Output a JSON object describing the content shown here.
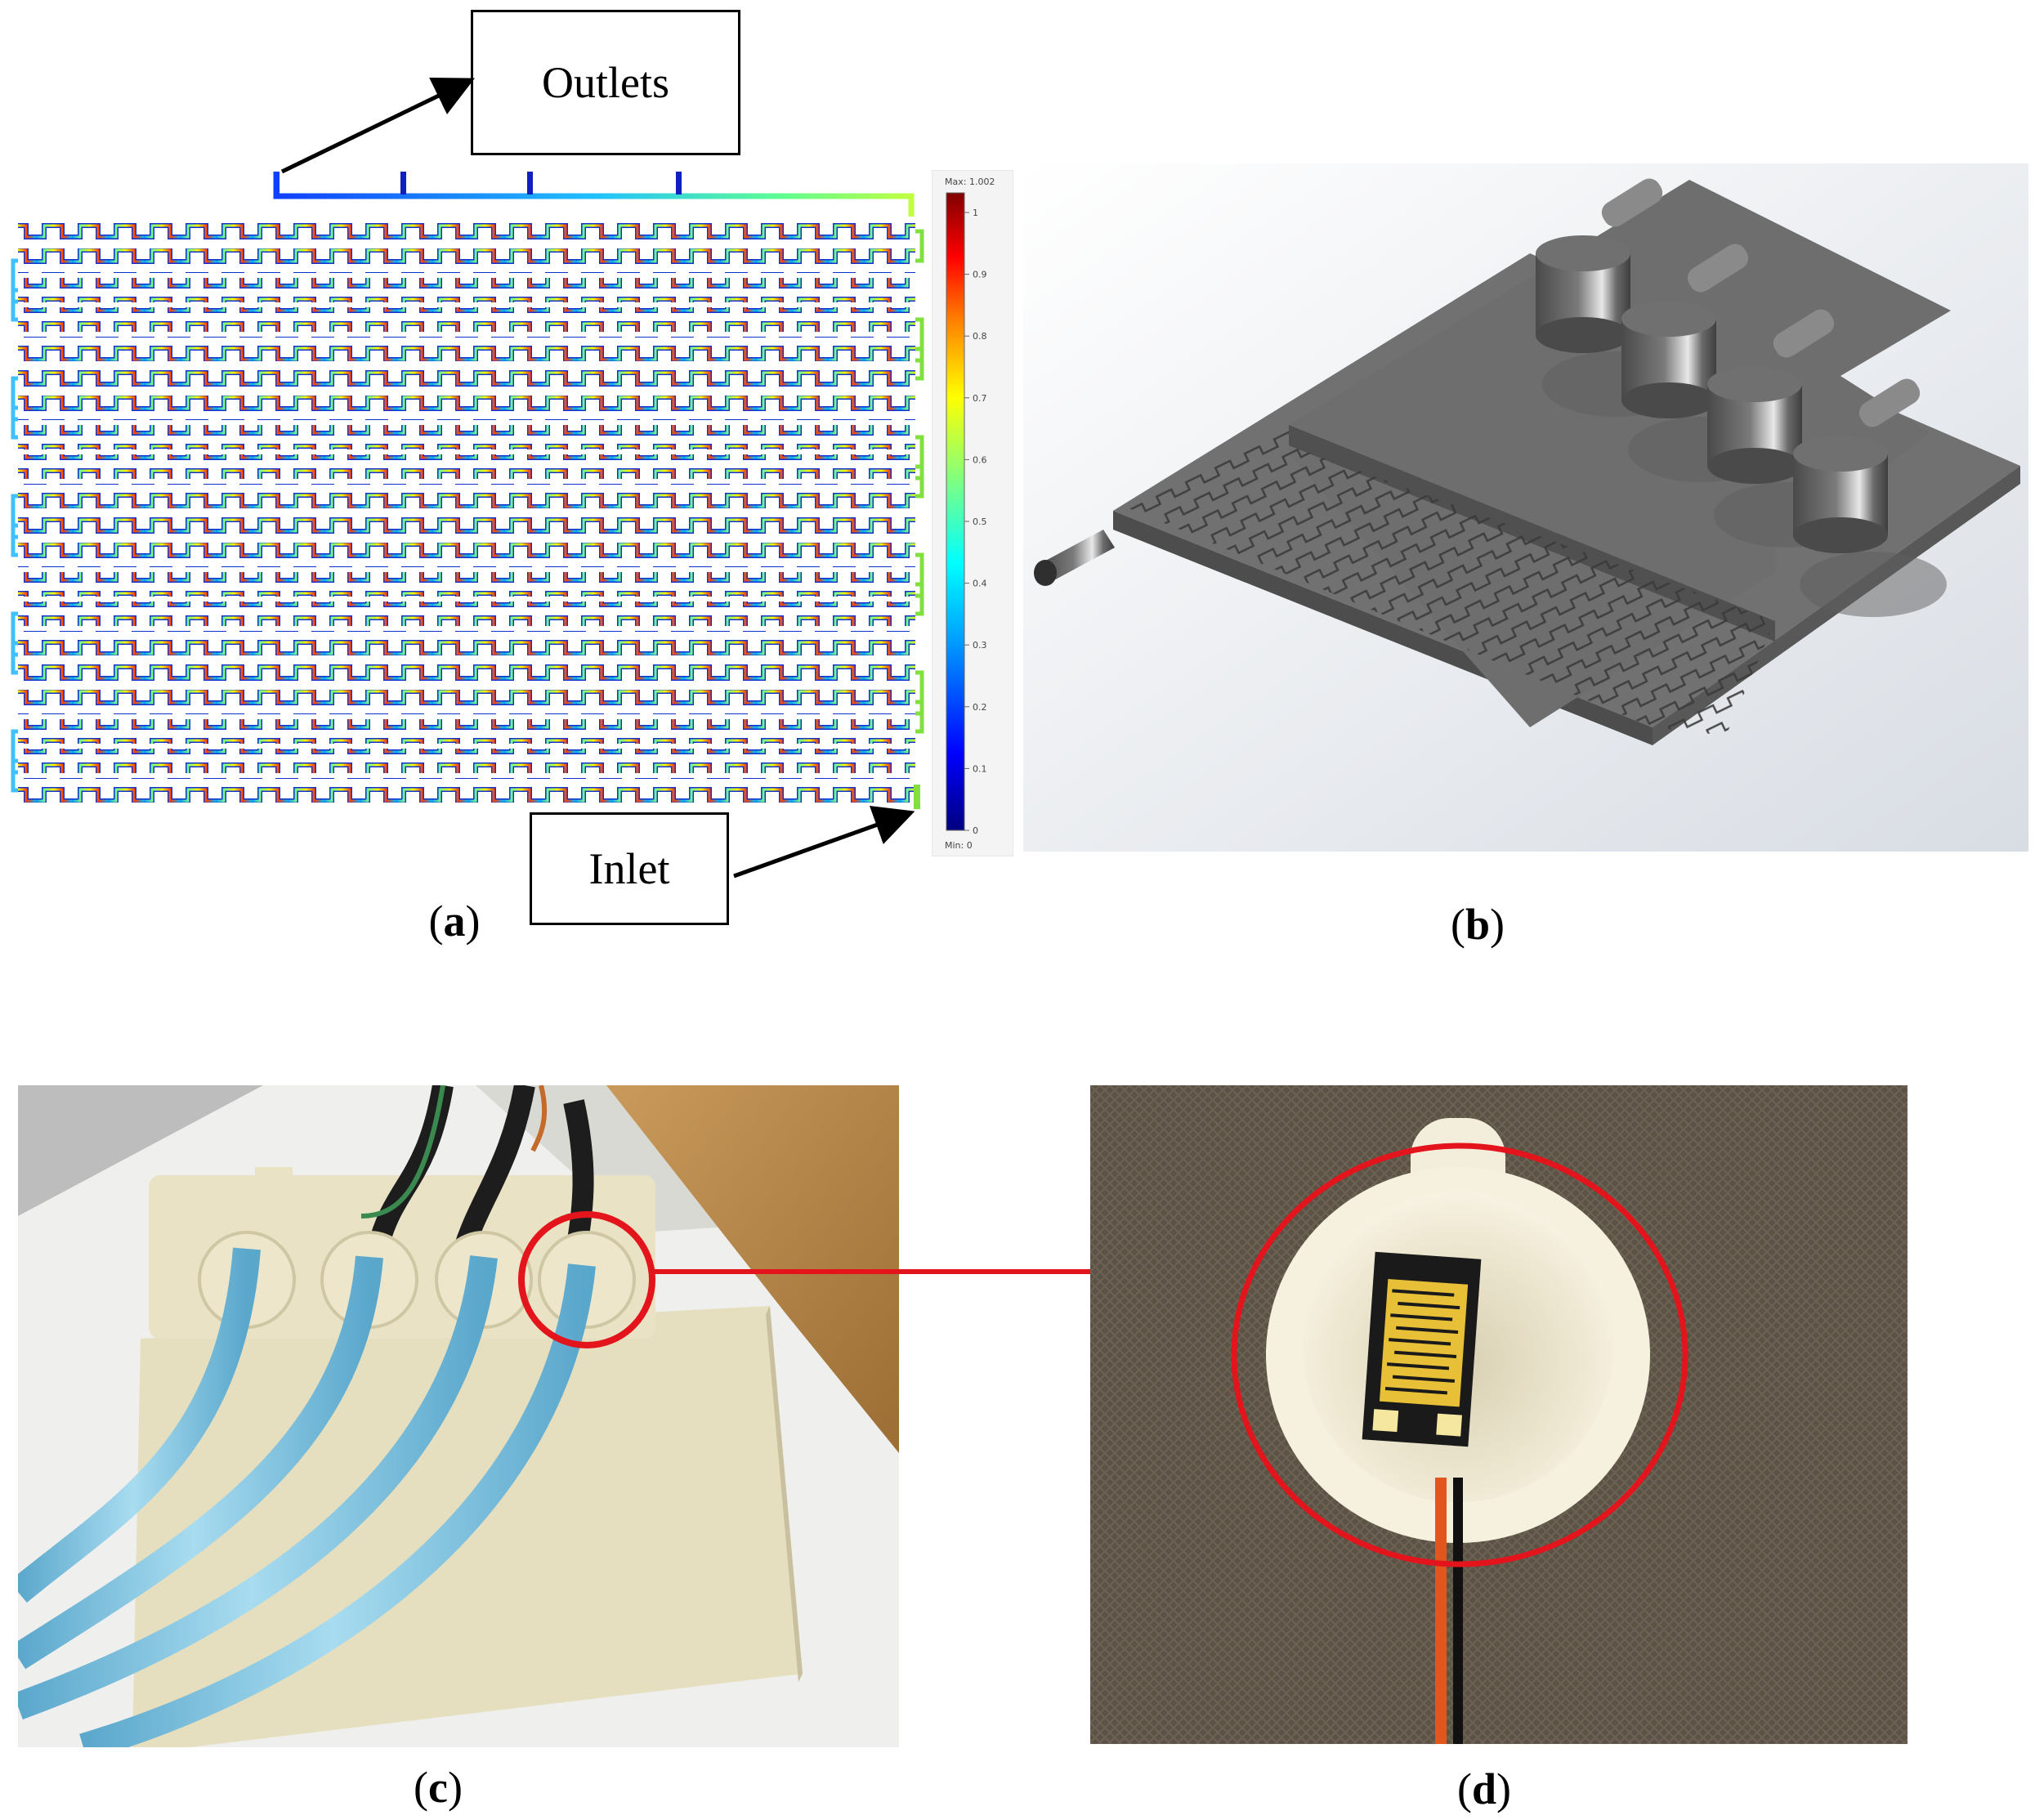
{
  "figure": {
    "panels": [
      {
        "id": "a",
        "label_open": "(",
        "label_letter": "a",
        "label_close": ")"
      },
      {
        "id": "b",
        "label_open": "(",
        "label_letter": "b",
        "label_close": ")"
      },
      {
        "id": "c",
        "label_open": "(",
        "label_letter": "c",
        "label_close": ")"
      },
      {
        "id": "d",
        "label_open": "(",
        "label_letter": "d",
        "label_close": ")"
      }
    ],
    "callouts": {
      "outlets": "Outlets",
      "inlet": "Inlet"
    },
    "colorbar": {
      "max_label": "Max: 1.002",
      "min_label": "Min: 0",
      "ticks": [
        "1",
        "0.9",
        "0.8",
        "0.7",
        "0.6",
        "0.5",
        "0.4",
        "0.3",
        "0.2",
        "0.1",
        "0"
      ],
      "colors": [
        "#00007f",
        "#0000ff",
        "#00a0ff",
        "#00ffff",
        "#80ff80",
        "#ffff00",
        "#ff8000",
        "#ff0000",
        "#800000"
      ]
    },
    "colors": {
      "render_gray": "#6b6b6b",
      "print_beige": "#e9e2c4",
      "tube_blue": "#7fc3e0",
      "highlight_red": "#e3141b",
      "carpet_brown": "#5c5346",
      "wood": "#b98a4a"
    }
  }
}
